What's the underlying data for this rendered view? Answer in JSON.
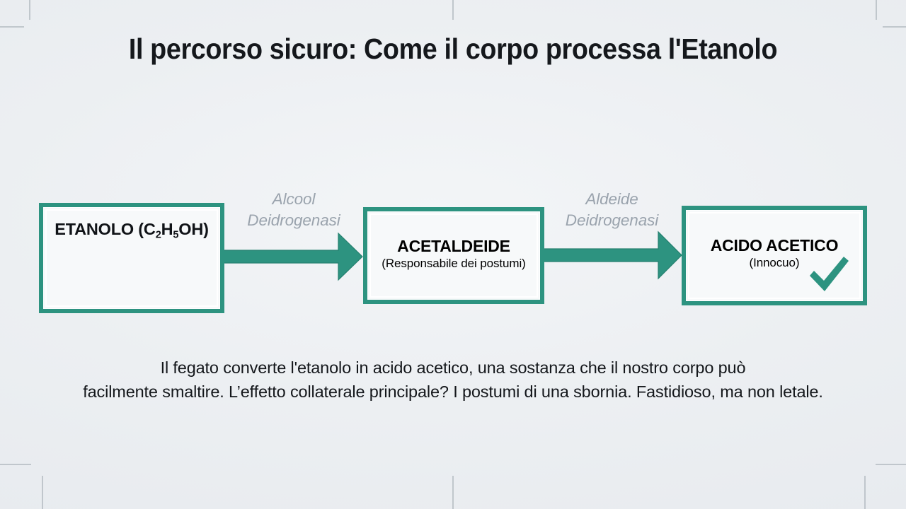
{
  "slide": {
    "title": "Il percorso sicuro: Come il corpo processa l'Etanolo",
    "background_color": "#edeff2",
    "accent_color": "#2d9380",
    "text_color": "#101317",
    "muted_color": "#9aa3ad"
  },
  "diagram": {
    "type": "flow",
    "nodes": [
      {
        "id": "ethanol",
        "title_prefix": "ETANOLO (C",
        "sub1": "2",
        "title_mid": "H",
        "sub2": "5",
        "title_suffix": "OH)",
        "title_plain": "ETANOLO (C2H5OH)",
        "subtitle": ""
      },
      {
        "id": "acetaldehyde",
        "title_plain": "ACETALDEIDE",
        "subtitle": "(Responsabile dei postumi)"
      },
      {
        "id": "aceticacid",
        "title_plain": "ACIDO ACETICO",
        "subtitle": "(Innocuo)",
        "badge_icon": "checkmark-icon"
      }
    ],
    "arrows": [
      {
        "id": "arrow-1",
        "from": "ethanol",
        "to": "acetaldehyde",
        "label_line1": "Alcool",
        "label_line2": "Deidrogenasi"
      },
      {
        "id": "arrow-2",
        "from": "acetaldehyde",
        "to": "aceticacid",
        "label_line1": "Aldeide",
        "label_line2": "Deidrogenasi"
      }
    ]
  },
  "caption": {
    "line1": "Il fegato converte l'etanolo in acido acetico, una sostanza che il nostro corpo può",
    "line2": "facilmente smaltire. L’effetto collaterale principale? I postumi di una sbornia. Fastidioso, ma non letale."
  }
}
